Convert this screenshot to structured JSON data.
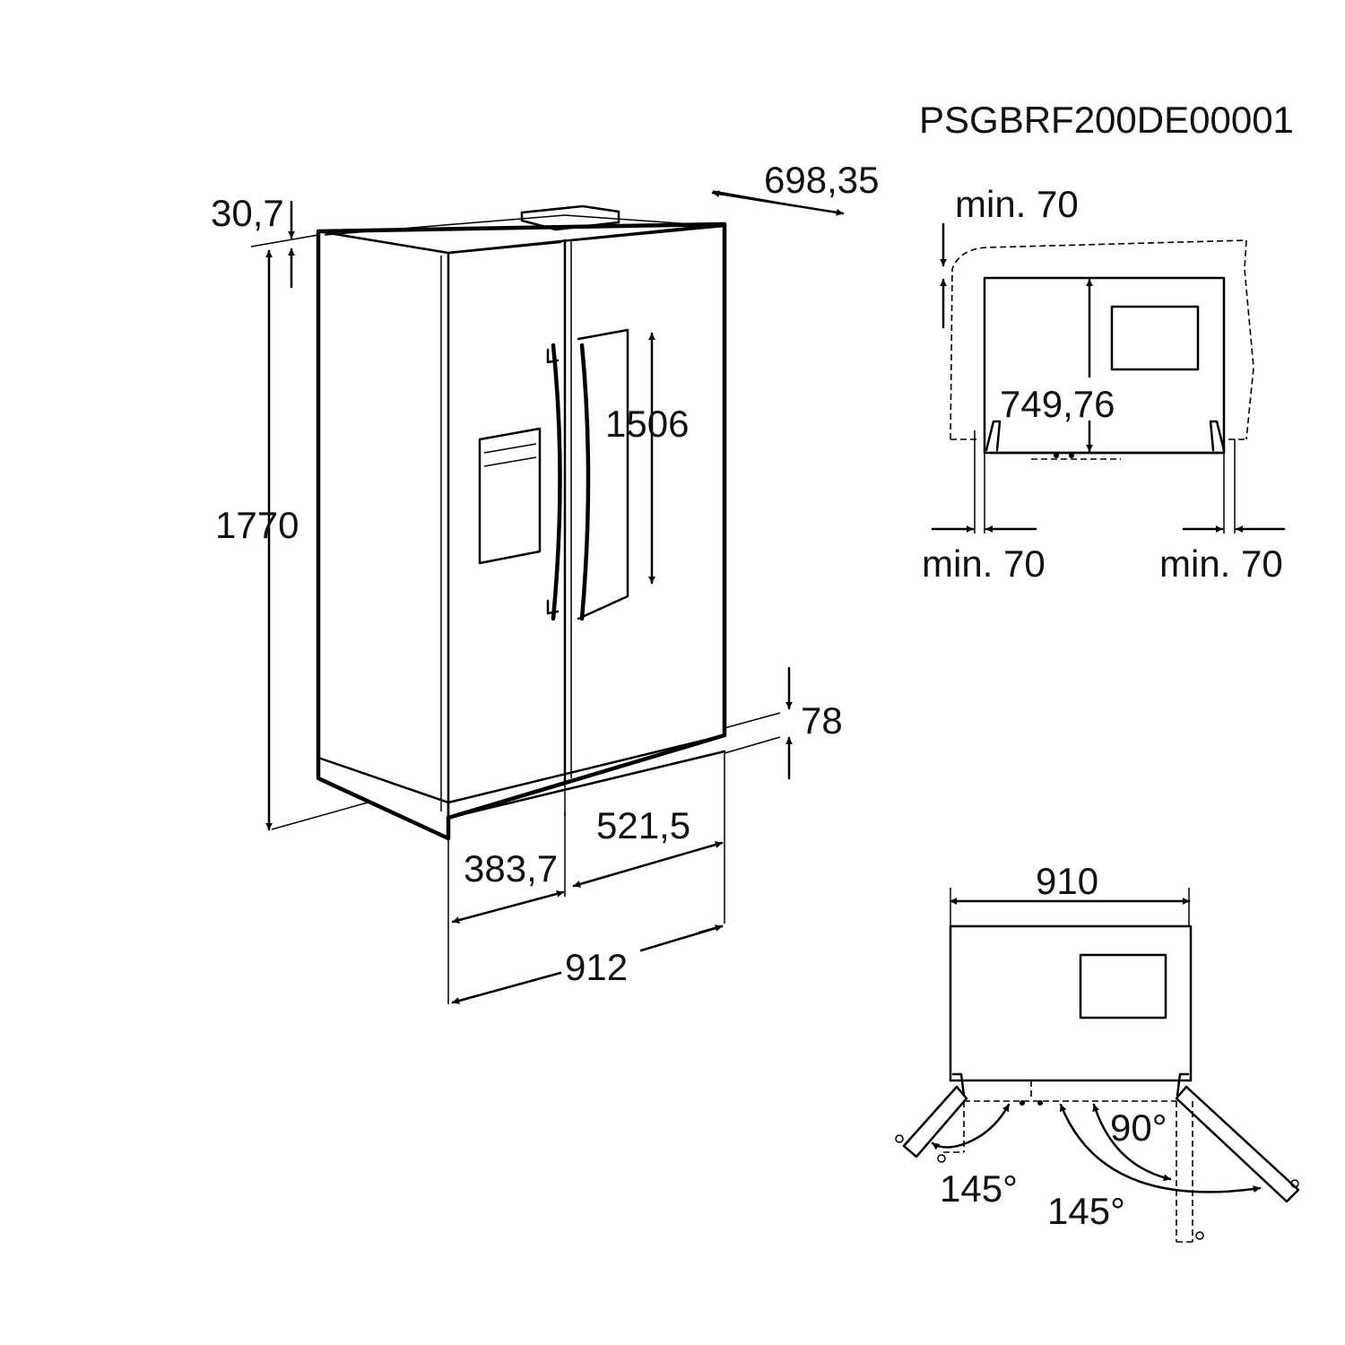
{
  "diagram_code": "PSGBRF200DE00001",
  "dimensions": {
    "top_offset": "30,7",
    "depth": "698,35",
    "height": "1770",
    "dispenser_height": "1506",
    "base_height": "78",
    "left_door_width": "383,7",
    "right_door_width": "521,5",
    "total_width": "912"
  },
  "clearance_view": {
    "top_clearance": "min. 70",
    "depth": "749,76",
    "left_clearance": "min. 70",
    "right_clearance": "min. 70"
  },
  "door_swing_view": {
    "width": "910",
    "right_angle_inner": "90°",
    "left_angle": "145°",
    "right_angle_outer": "145°"
  }
}
